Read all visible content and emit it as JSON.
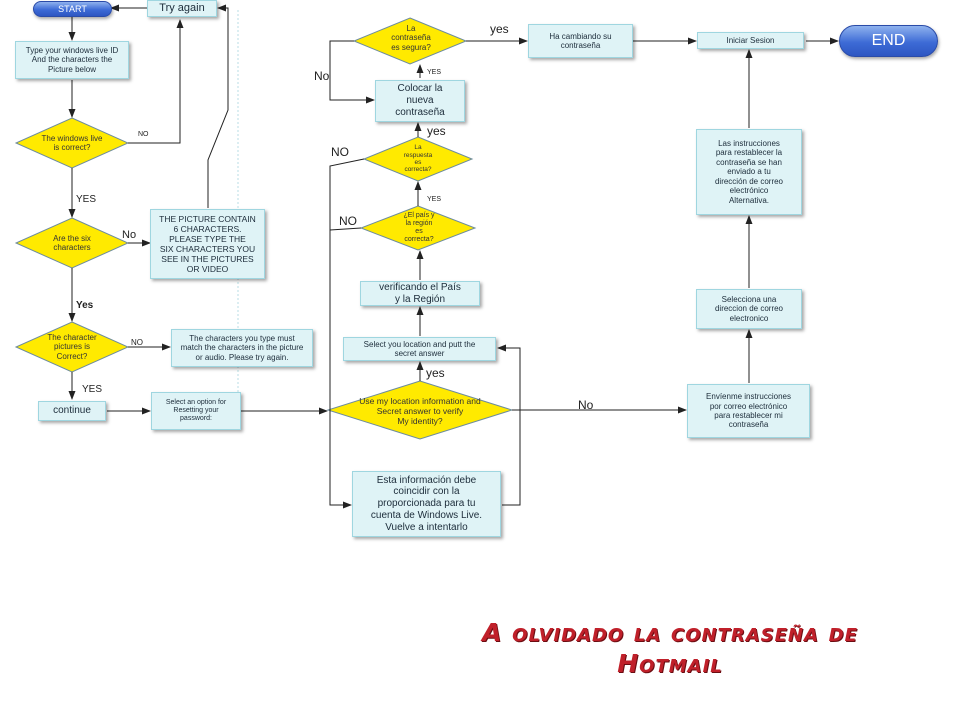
{
  "colors": {
    "process_fill": "#dff3f6",
    "decision_fill": "#ffea00",
    "terminator": "#3d6bd6",
    "title_color": "#c0202a",
    "connector": "#222222"
  },
  "title": "A olvidado la contraseña de\nHotmail",
  "terminators": {
    "start": "START",
    "end": "END"
  },
  "boxes": {
    "try_again": "Try again",
    "type_id": "Type your windows live ID\nAnd the characters the\nPicture below",
    "picture_contain": "THE PICTURE CONTAIN\n6  CHARACTERS.\nPLEASE TYPE   THE\nSIX CHARACTERS YOU\nSEE IN THE PICTURES\nOR VIDEO",
    "match_chars": "The characters you type must\nmatch the characters  in the picture\nor audio. Please try again.",
    "continue": "continue",
    "select_option": "Select an  option for\nResetting  your\npassword:",
    "colocar": "Colocar la\nnueva\ncontraseña",
    "ha_cambiado": "Ha cambiando su\ncontraseña",
    "iniciar": "Iniciar Sesion",
    "instrucciones_enviadas": "Las instrucciones\npara restablecer la\ncontraseña se han\nenviado a tu\ndirección de correo\nelectrónico\nAlternativa.",
    "selecciona_correo": "Selecciona una\ndireccion de correo\nelectronico",
    "envienme": "Envíenme instrucciones\npor correo electrónico\npara restablecer mi\ncontraseña",
    "verificando": "verificando el País\ny la Región",
    "select_location": "Select you location  and putt the\nsecret answer",
    "esta_info": "Esta información debe\ncoincidir con la\nproporcionada para tu\ncuenta de Windows Live.\nVuelve a intentarlo"
  },
  "decisions": {
    "windows_live": "The windows live\nis correct?",
    "six_chars": "Are the six\ncharacters",
    "char_pictures": "The character\npictures is\nCorrect?",
    "contrasena_segura": "La\ncontraseña\nes segura?",
    "respuesta": "La\nrespuesta\nes\ncorrecta?",
    "pais_region": "¿El país  y\nla región\nes\ncorrecta?",
    "use_location": "Use my location information and\nSecret answer to verify\nMy identity?"
  },
  "labels": {
    "no_windows_live": "NO",
    "yes_windows_live": "YES",
    "no_six_chars": "No",
    "yes_six_chars": "Yes",
    "no_char_pictures": "NO",
    "yes_char_pictures": "YES",
    "yes_segura": "yes",
    "no_segura": "No",
    "yes_colocar": "YES",
    "yes_respuesta": "yes",
    "no_respuesta": "NO",
    "yes_pais": "YES",
    "no_pais": "NO",
    "yes_use_location": "yes",
    "no_use_location": "No"
  }
}
